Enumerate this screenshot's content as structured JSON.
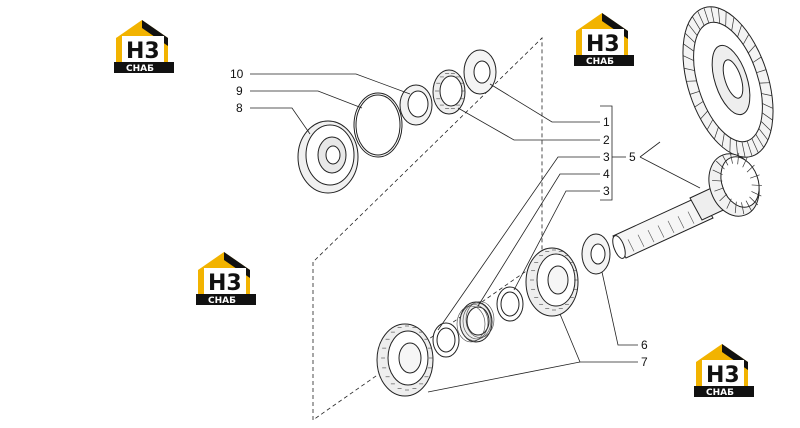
{
  "watermark": {
    "brand_mark": "H3",
    "brand_text": "СНАБ",
    "colors": {
      "accent": "#f2b300",
      "dark": "#111111",
      "light": "#ffffff"
    }
  },
  "callouts": {
    "c1": "1",
    "c2": "2",
    "c3a": "3",
    "c4": "4",
    "c3b": "3",
    "c5": "5",
    "c6": "6",
    "c7": "7",
    "c8": "8",
    "c9": "9",
    "c10": "10"
  },
  "icons": [
    "logo-watermark-icon"
  ]
}
